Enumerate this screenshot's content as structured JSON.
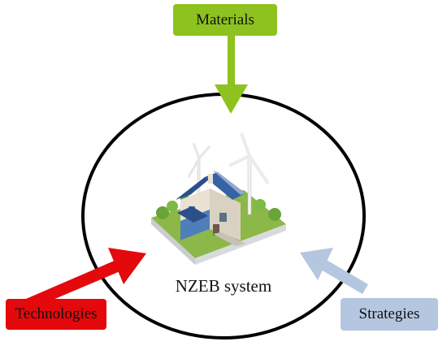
{
  "diagram": {
    "center_label": "NZEB system",
    "inputs": [
      {
        "id": "materials",
        "label": "Materials",
        "color": "#8dc21f"
      },
      {
        "id": "technologies",
        "label": "Technologies",
        "color": "#e3090c"
      },
      {
        "id": "strategies",
        "label": "Strategies",
        "color": "#b4c6e0"
      }
    ],
    "circle_color": "#000000",
    "illustration_icon": "house-with-solar-panels-and-wind-turbines-icon"
  }
}
